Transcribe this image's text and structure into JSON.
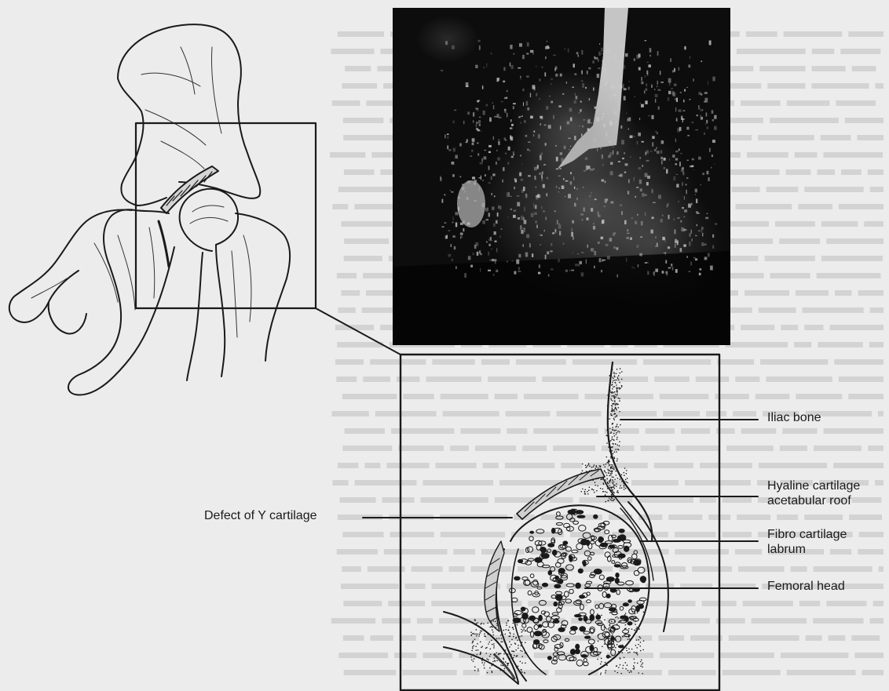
{
  "figure": {
    "labels": {
      "iliac_bone": "Iliac bone",
      "hyaline_cartilage": "Hyaline cartilage acetabular roof",
      "fibro_cartilage": "Fibro cartilage labrum",
      "femoral_head": "Femoral head",
      "defect_y_cartilage": "Defect of Y cartilage"
    },
    "colors": {
      "ink": "#1a1a1a",
      "paper": "#ececec",
      "ultrasound_bg": "#0d0d0d"
    }
  }
}
